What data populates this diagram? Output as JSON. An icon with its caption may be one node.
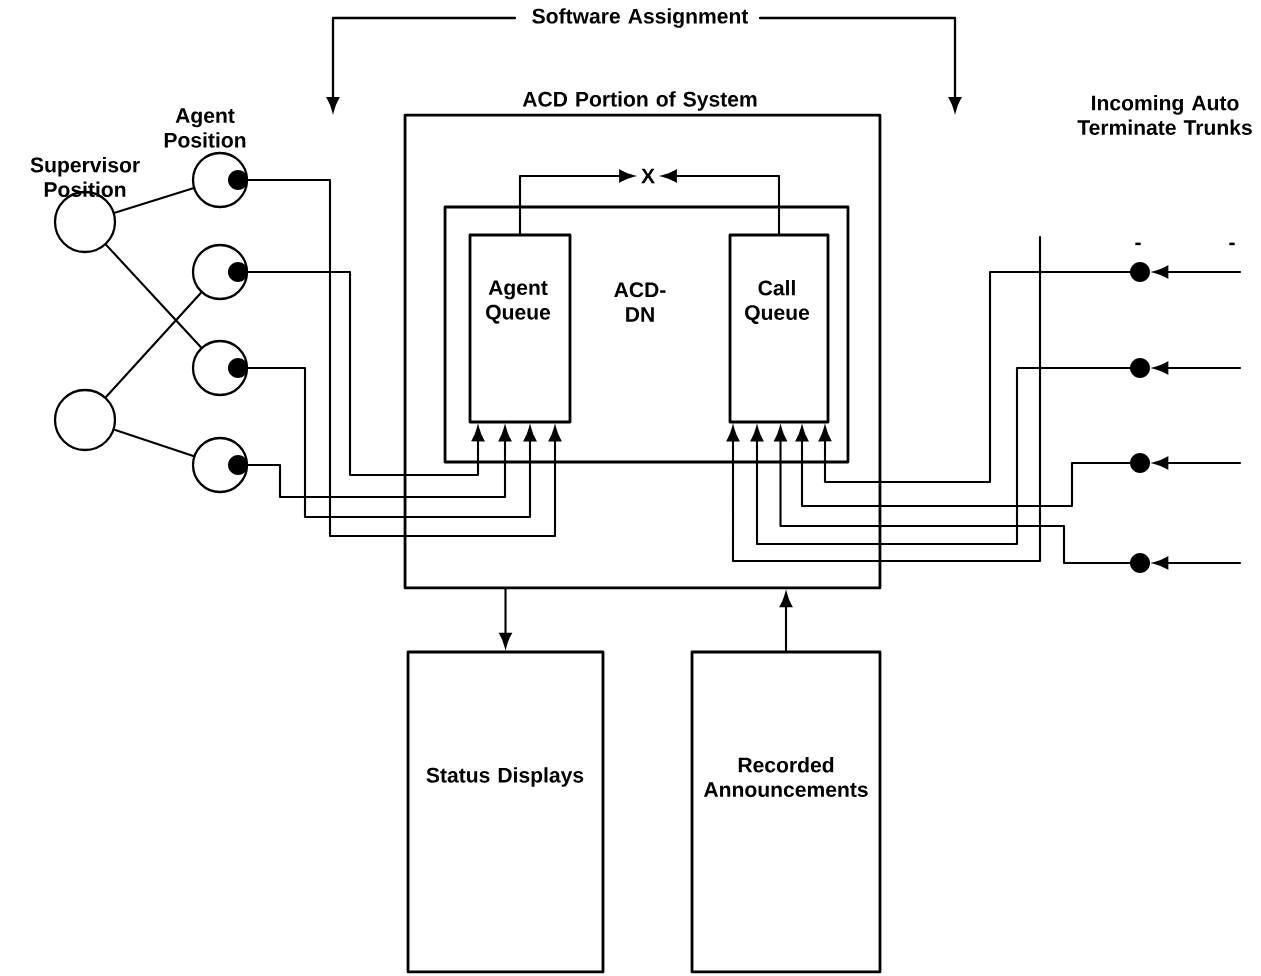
{
  "diagram": {
    "nodes": [
      {
        "text": [
          "ACD Portion of System"
        ]
      },
      {
        "text": [
          "ACD-DN"
        ],
        "in": 0
      },
      {
        "text": [
          "Agent Queue"
        ],
        "in": 1
      },
      {
        "text": [
          "Call Queue"
        ],
        "in": 1
      },
      {
        "text": [
          "X"
        ],
        "in": 0
      },
      {
        "text": [
          "Status Displays"
        ]
      },
      {
        "text": [
          "Recorded Announcements"
        ]
      },
      {
        "text": [
          "Supervisor Position"
        ]
      },
      {
        "text": [],
        "shape": "circle"
      },
      {
        "text": [
          "Agent Position"
        ]
      },
      {
        "text": [],
        "shape": "circle"
      },
      {
        "text": [],
        "shape": "circle"
      },
      {
        "text": [],
        "shape": "circle"
      },
      {
        "text": [],
        "shape": "circle"
      },
      {
        "text": [],
        "shape": "circle"
      },
      {
        "text": [],
        "shape": "circle"
      },
      {
        "text": [],
        "shape": "circle"
      }
    ],
    "edges": [
      {
        "from": 7,
        "to": 9,
        "arrow": "none"
      },
      {
        "from": 7,
        "to": 11,
        "arrow": "none"
      },
      {
        "from": 8,
        "to": 10,
        "arrow": "none"
      },
      {
        "from": 8,
        "to": 12,
        "arrow": "none"
      },
      {
        "from": 9,
        "to": 2,
        "arrow": "to"
      },
      {
        "from": 10,
        "to": 2,
        "arrow": "to"
      },
      {
        "from": 11,
        "to": 2,
        "arrow": "to"
      },
      {
        "from": 12,
        "to": 2,
        "arrow": "to"
      },
      {
        "from": 13,
        "to": 3,
        "arrow": "to"
      },
      {
        "from": 14,
        "to": 3,
        "arrow": "to"
      },
      {
        "from": 15,
        "to": 3,
        "arrow": "to"
      },
      {
        "from": 16,
        "to": 3,
        "arrow": "to"
      },
      {
        "from": null,
        "to": 3,
        "arrow": "to"
      },
      {
        "from": 2,
        "to": 4,
        "arrow": "to"
      },
      {
        "from": 3,
        "to": 4,
        "arrow": "to"
      },
      {
        "from": 0,
        "to": 5,
        "arrow": "to"
      },
      {
        "from": 6,
        "to": 0,
        "arrow": "to"
      },
      {
        "from": null,
        "to": 13,
        "arrow": "to"
      },
      {
        "from": null,
        "to": 14,
        "arrow": "to"
      },
      {
        "from": null,
        "to": 15,
        "arrow": "to"
      },
      {
        "from": null,
        "to": 16,
        "arrow": "to"
      }
    ],
    "labels": [
      "Software Assignment",
      "Incoming Auto Terminate Trunks",
      "-",
      "-"
    ]
  }
}
